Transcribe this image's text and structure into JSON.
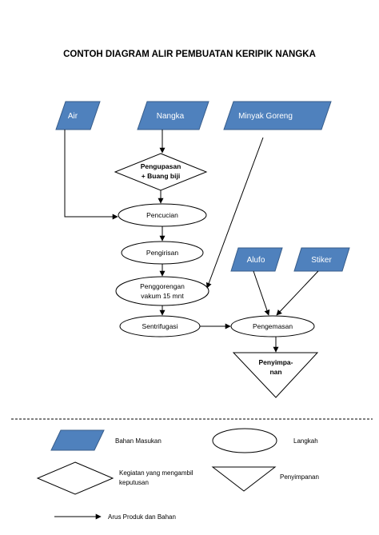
{
  "title": "CONTOH DIAGRAM ALIR PEMBUATAN KERIPIK NANGKA",
  "inputs": {
    "air": "Air",
    "nangka": "Nangka",
    "minyak": "Minyak Goreng",
    "alufo": "Alufo",
    "stiker": "Stiker"
  },
  "steps": {
    "pengupasan_line1": "Pengupasan",
    "pengupasan_line2": "+ Buang biji",
    "pencucian": "Pencucian",
    "pengirisan": "Pengirisan",
    "penggorengan_line1": "Penggorengan",
    "penggorengan_line2": "vakum 15 mnt",
    "sentrifugasi": "Sentrifugasi",
    "pengemasan": "Pengemasan",
    "penyimpanan_line1": "Penyimpa-",
    "penyimpanan_line2": "nan"
  },
  "legend": {
    "bahan_masukan": "Bahan Masukan",
    "langkah": "Langkah",
    "keputusan_line1": "Kegiatan yang mengambil",
    "keputusan_line2": "keputusan",
    "penyimpanan": "Penyimpanan",
    "arus": "Arus Produk dan Bahan"
  },
  "colors": {
    "input_fill": "#4f81bd",
    "input_stroke": "#385d8a",
    "line": "#000000"
  }
}
